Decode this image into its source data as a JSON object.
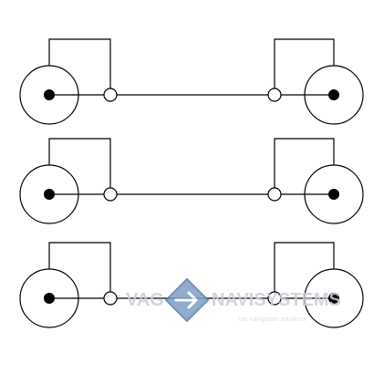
{
  "diagram": {
    "cable_count": 3
  },
  "watermark": {
    "text_left": "VAG",
    "text_right": "NAVISYSTEMS",
    "tagline": "car navigation solutions",
    "icon": "arrow-right-in-diamond-icon",
    "colors": {
      "text": "#c9ced6",
      "logo_fill": "#7e9ec4",
      "logo_stroke": "#5f7fa6"
    }
  },
  "colors": {
    "line": "#000000",
    "background": "#ffffff"
  }
}
